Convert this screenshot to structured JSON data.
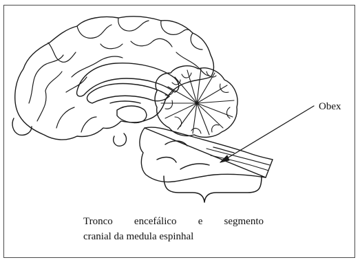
{
  "figure": {
    "callout_label": "Obex",
    "caption": {
      "line1": "Tronco encefálico e segmento",
      "line2": "cranial da medula espinhal"
    }
  }
}
